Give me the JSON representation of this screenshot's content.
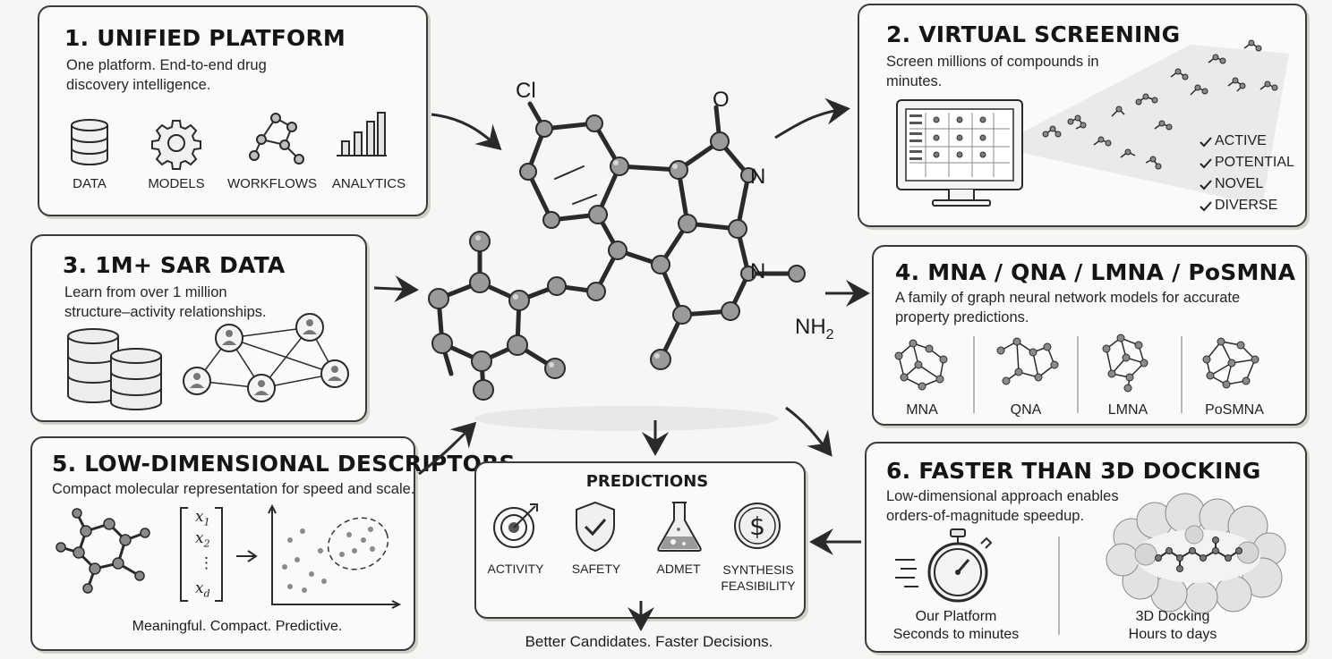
{
  "panels": {
    "p1": {
      "title": "1. UNIFIED PLATFORM",
      "desc": "One platform. End-to-end drug discovery intelligence.",
      "items": [
        "DATA",
        "MODELS",
        "WORKFLOWS",
        "ANALYTICS"
      ]
    },
    "p2": {
      "title": "2. VIRTUAL SCREENING",
      "desc": "Screen millions of compounds in minutes.",
      "checks": [
        "ACTIVE",
        "POTENTIAL",
        "NOVEL",
        "DIVERSE"
      ]
    },
    "p3": {
      "title": "3. 1M+ SAR DATA",
      "desc": "Learn from over 1 million structure–activity relationships."
    },
    "p4": {
      "title": "4. MNA / QNA / LMNA / PoSMNA",
      "desc": "A family of graph neural network models for accurate property predictions.",
      "models": [
        "MNA",
        "QNA",
        "LMNA",
        "PoSMNA"
      ]
    },
    "p5": {
      "title": "5. LOW-DIMENSIONAL DESCRIPTORS",
      "desc": "Compact molecular representation for speed and scale.",
      "vector": [
        "x",
        "1",
        "x",
        "2",
        "⋮",
        "x",
        "d"
      ],
      "footer": "Meaningful. Compact. Predictive."
    },
    "p6": {
      "title": "6. FASTER THAN 3D DOCKING",
      "desc": "Low-dimensional approach enables orders-of-magnitude speedup.",
      "left": {
        "line1": "Our Platform",
        "line2": "Seconds to minutes"
      },
      "right": {
        "line1": "3D Docking",
        "line2": "Hours to days"
      }
    }
  },
  "molecule": {
    "cl": "Cl",
    "o": "O",
    "n1": "N",
    "n2": "N",
    "nh2": "NH",
    "nh2_sub": "2"
  },
  "predictions": {
    "title": "PREDICTIONS",
    "items": [
      "ACTIVITY",
      "SAFETY",
      "ADMET",
      "SYNTHESIS",
      "FEASIBILITY"
    ]
  },
  "footer": "Better Candidates. Faster Decisions."
}
